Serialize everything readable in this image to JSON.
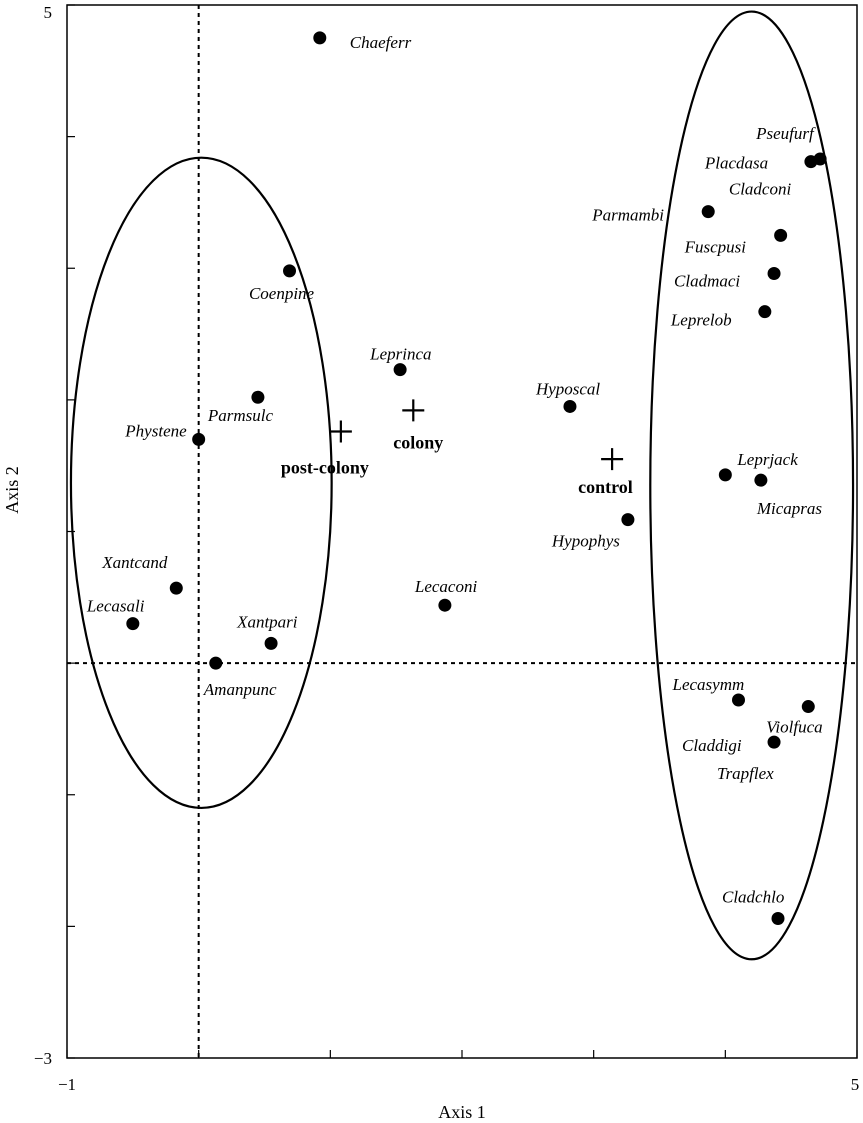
{
  "chart_data": {
    "type": "scatter",
    "xlabel": "Axis 1",
    "ylabel": "Axis 2",
    "xlim": [
      -1,
      5
    ],
    "ylim": [
      -3,
      5
    ],
    "x_tick_labels": [
      "−1",
      "5"
    ],
    "y_tick_labels": [
      "5",
      "−3"
    ],
    "x_ticks": [
      -1,
      0,
      1,
      2,
      3,
      4,
      5
    ],
    "y_ticks": [
      -3,
      -2,
      -1,
      0,
      1,
      2,
      3,
      4,
      5
    ],
    "reference_lines": {
      "x": 0,
      "y": 0,
      "style": "dashed"
    },
    "grid": false,
    "series": [
      {
        "points": [
          {
            "label": "Chaeferr",
            "x": 0.92,
            "y": 4.75
          },
          {
            "label": "Coenpine",
            "x": 0.69,
            "y": 2.98
          },
          {
            "label": "Parmsulc",
            "x": 0.45,
            "y": 2.02
          },
          {
            "label": "Phystene",
            "x": 0.0,
            "y": 1.7
          },
          {
            "label": "Leprinca",
            "x": 1.53,
            "y": 2.23
          },
          {
            "label": "Hyposcal",
            "x": 2.82,
            "y": 1.95
          },
          {
            "label": "Xantcand",
            "x": -0.17,
            "y": 0.57
          },
          {
            "label": "Lecasali",
            "x": -0.5,
            "y": 0.3
          },
          {
            "label": "Xantpari",
            "x": 0.55,
            "y": 0.15
          },
          {
            "label": "Amanpunc",
            "x": 0.13,
            "y": 0.0
          },
          {
            "label": "Lecaconi",
            "x": 1.87,
            "y": 0.44
          },
          {
            "label": "Hypophys",
            "x": 3.26,
            "y": 1.09
          },
          {
            "label": "Leprjack",
            "x": 4.0,
            "y": 1.43
          },
          {
            "label": "Micapras",
            "x": 4.27,
            "y": 1.39
          },
          {
            "label": "Pseufurf",
            "x": 4.72,
            "y": 3.83
          },
          {
            "label": "Placdasa",
            "x": 4.65,
            "y": 3.81
          },
          {
            "label": "Parmambi",
            "x": 3.87,
            "y": 3.43
          },
          {
            "label": "Fuscpusi",
            "x": 4.42,
            "y": 3.25
          },
          {
            "label": "Cladmaci",
            "x": 4.37,
            "y": 2.96
          },
          {
            "label": "Leprelob",
            "x": 4.3,
            "y": 2.67
          },
          {
            "label": "Cladconi",
            "x": 4.68,
            "y": 3.82
          },
          {
            "label": "Lecasymm",
            "x": 4.1,
            "y": -0.28
          },
          {
            "label": "Violfuca",
            "x": 4.63,
            "y": -0.33
          },
          {
            "label": "Claddigi",
            "x": 4.37,
            "y": -0.6
          },
          {
            "label": "Trapflex",
            "x": 4.37,
            "y": -0.6
          },
          {
            "label": "Cladchlo",
            "x": 4.4,
            "y": -1.94
          }
        ]
      }
    ],
    "centroids": [
      {
        "label": "post-colony",
        "x": 1.08,
        "y": 1.76
      },
      {
        "label": "colony",
        "x": 1.63,
        "y": 1.92
      },
      {
        "label": "control",
        "x": 3.14,
        "y": 1.55
      }
    ],
    "ellipses": [
      {
        "cx": 0.02,
        "cy": 1.37,
        "rx": 0.99,
        "ry": 2.47
      },
      {
        "cx": 4.2,
        "cy": 1.35,
        "rx": 0.77,
        "ry": 3.6
      }
    ]
  }
}
